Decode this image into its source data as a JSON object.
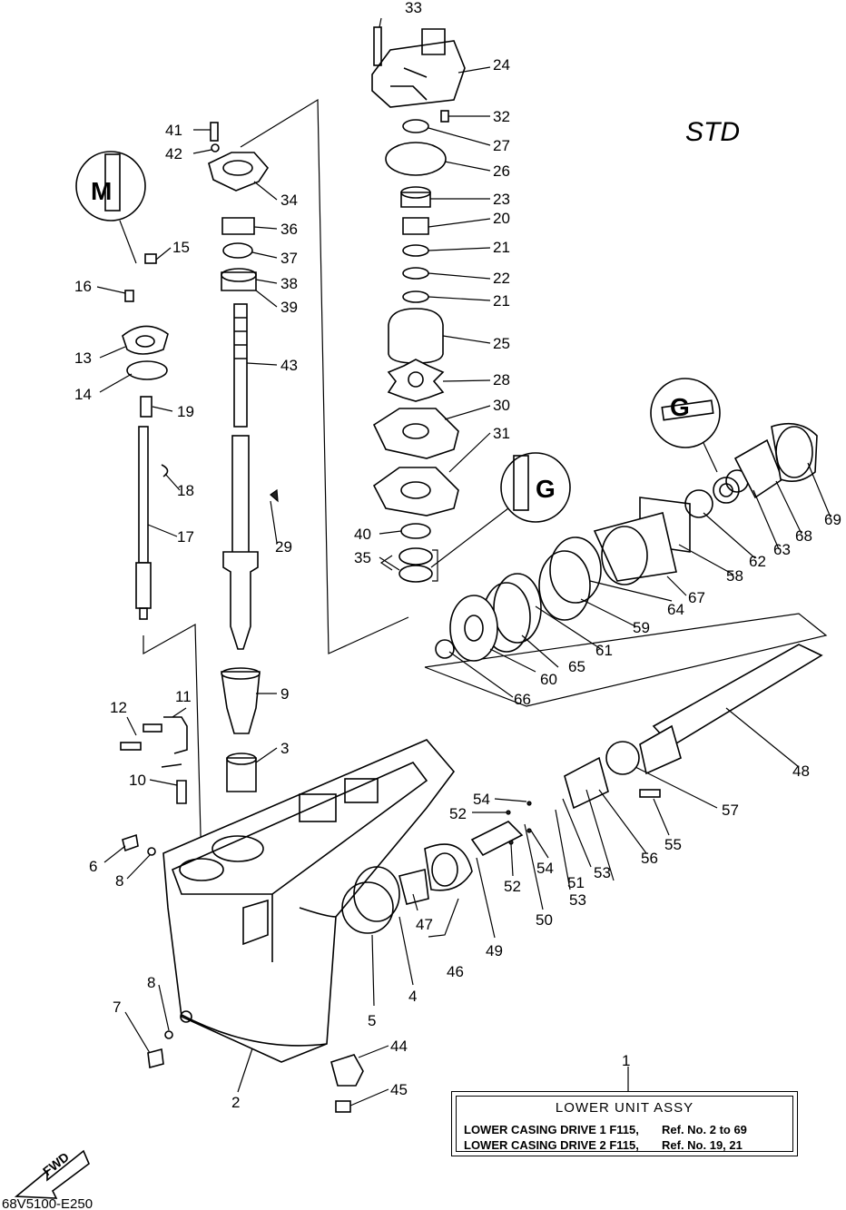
{
  "std_label": "STD",
  "figure_code": "68V5100-E250",
  "fwd_label": "FWD",
  "inset_glyphs": {
    "left": "M",
    "mid": "G",
    "right": "G"
  },
  "assembly_box": {
    "title": "LOWER UNIT ASSY",
    "rows": [
      {
        "label": "LOWER CASING DRIVE 1 F115,",
        "ref": "Ref. No. 2 to 69"
      },
      {
        "label": "LOWER CASING DRIVE 2 F115,",
        "ref": "Ref. No. 19, 21"
      }
    ]
  },
  "callouts": {
    "c1": "1",
    "c2": "2",
    "c3": "3",
    "c4": "4",
    "c5": "5",
    "c6": "6",
    "c7": "7",
    "c8a": "8",
    "c8b": "8",
    "c9": "9",
    "c10": "10",
    "c11": "11",
    "c12": "12",
    "c13": "13",
    "c14": "14",
    "c15": "15",
    "c16": "16",
    "c17": "17",
    "c18": "18",
    "c19": "19",
    "c20": "20",
    "c21a": "21",
    "c21b": "21",
    "c22": "22",
    "c23": "23",
    "c24": "24",
    "c25": "25",
    "c26": "26",
    "c27": "27",
    "c28": "28",
    "c29": "29",
    "c30": "30",
    "c31": "31",
    "c32": "32",
    "c33": "33",
    "c34": "34",
    "c35": "35",
    "c36": "36",
    "c37": "37",
    "c38": "38",
    "c39": "39",
    "c40": "40",
    "c41": "41",
    "c42": "42",
    "c43": "43",
    "c44": "44",
    "c45": "45",
    "c46": "46",
    "c47": "47",
    "c48": "48",
    "c49": "49",
    "c50": "50",
    "c51": "51",
    "c52a": "52",
    "c52b": "52",
    "c53a": "53",
    "c53b": "53",
    "c54a": "54",
    "c54b": "54",
    "c55": "55",
    "c56": "56",
    "c57": "57",
    "c58": "58",
    "c59": "59",
    "c60": "60",
    "c61": "61",
    "c62": "62",
    "c63": "63",
    "c64": "64",
    "c65": "65",
    "c66": "66",
    "c67": "67",
    "c68": "68",
    "c69": "69"
  }
}
